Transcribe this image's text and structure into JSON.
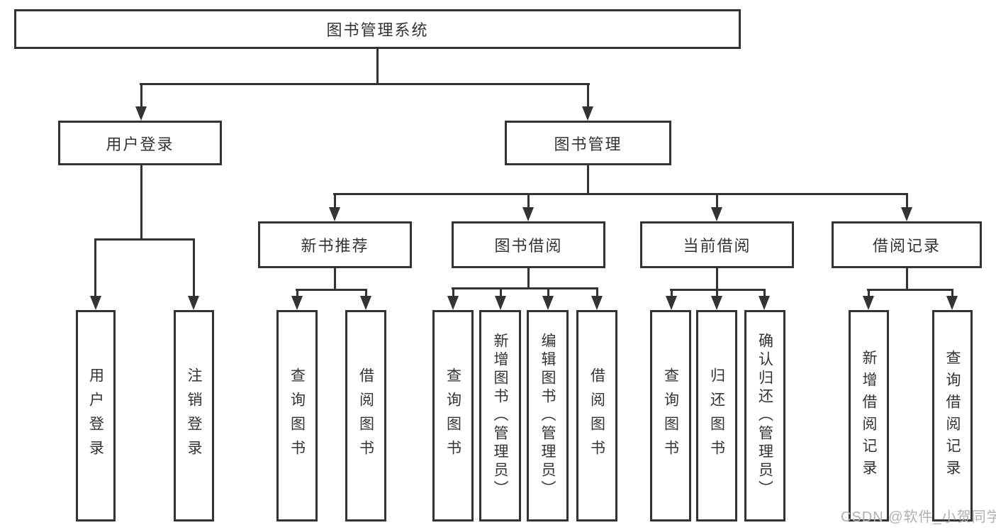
{
  "diagram": {
    "root": {
      "label": "图书管理系统"
    },
    "branches": [
      {
        "label": "用户登录",
        "children": [
          {
            "label": "用户登录"
          },
          {
            "label": "注销登录"
          }
        ]
      },
      {
        "label": "图书管理",
        "children": [
          {
            "label": "新书推荐",
            "children": [
              {
                "label": "查询图书"
              },
              {
                "label": "借阅图书"
              }
            ]
          },
          {
            "label": "图书借阅",
            "children": [
              {
                "label": "查询图书"
              },
              {
                "label": "新增图书（管理员）"
              },
              {
                "label": "编辑图书（管理员）"
              },
              {
                "label": "借阅图书"
              }
            ]
          },
          {
            "label": "当前借阅",
            "children": [
              {
                "label": "查询图书"
              },
              {
                "label": "归还图书"
              },
              {
                "label": "确认归还（管理员）"
              }
            ]
          },
          {
            "label": "借阅记录",
            "children": [
              {
                "label": "新增借阅记录"
              },
              {
                "label": "查询借阅记录"
              }
            ]
          }
        ]
      }
    ]
  },
  "watermark": {
    "text": "CSDN @软件_小贺同学"
  },
  "colors": {
    "line": "#333333",
    "box_border": "#333333",
    "box_fill": "#ffffff",
    "text": "#333333",
    "watermark": "#b3afae",
    "background": "#ffffff"
  }
}
